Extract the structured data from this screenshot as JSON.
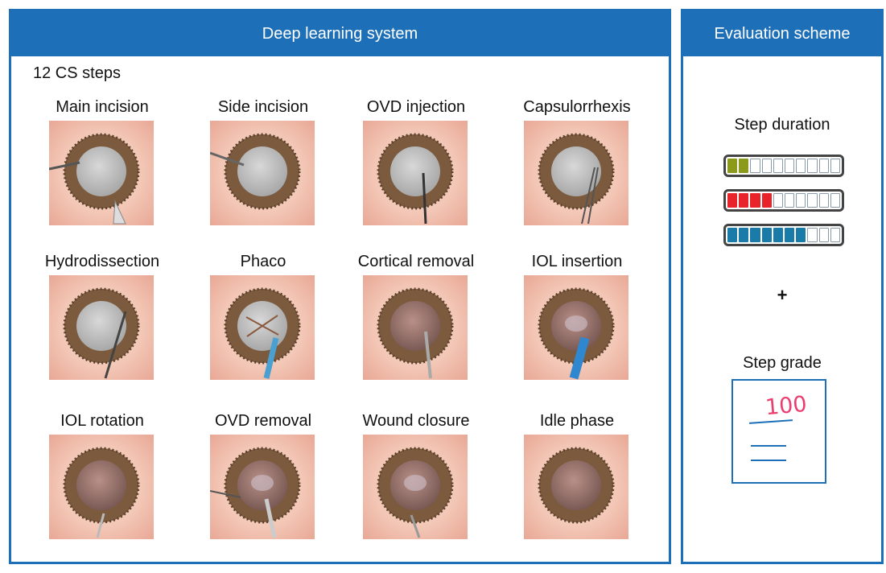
{
  "left_panel": {
    "title": "Deep learning system",
    "steps_title": "12 CS steps",
    "steps": [
      {
        "label": "Main incision"
      },
      {
        "label": "Side incision"
      },
      {
        "label": "OVD injection"
      },
      {
        "label": "Capsulorrhexis"
      },
      {
        "label": "Hydrodissection"
      },
      {
        "label": "Phaco"
      },
      {
        "label": "Cortical removal"
      },
      {
        "label": "IOL insertion"
      },
      {
        "label": "IOL rotation"
      },
      {
        "label": "OVD removal"
      },
      {
        "label": "Wound closure"
      },
      {
        "label": "Idle phase"
      }
    ]
  },
  "right_panel": {
    "title": "Evaluation scheme",
    "step_duration_label": "Step duration",
    "duration_bars": [
      {
        "filled": 2,
        "total": 10,
        "color": "#8b9a1a"
      },
      {
        "filled": 4,
        "total": 10,
        "color": "#e8232a"
      },
      {
        "filled": 7,
        "total": 10,
        "color": "#1a7aa8"
      }
    ],
    "plus": "+",
    "step_grade_label": "Step grade",
    "grade_value": "100"
  },
  "colors": {
    "accent": "#1d6fb8",
    "grade_ink": "#ec3d6f"
  }
}
